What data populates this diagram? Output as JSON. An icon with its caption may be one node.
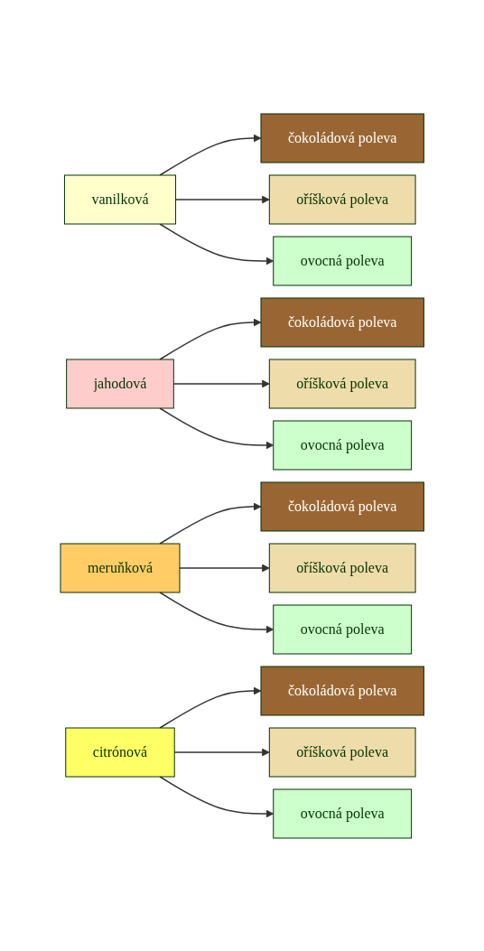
{
  "diagram": {
    "nodes": [
      {
        "text": [
          "vanilková"
        ]
      },
      {
        "text": [
          "čokoládová poleva"
        ]
      },
      {
        "text": [
          "oříšková poleva"
        ]
      },
      {
        "text": [
          "ovocná poleva"
        ]
      },
      {
        "text": [
          "jahodová"
        ]
      },
      {
        "text": [
          "čokoládová poleva"
        ]
      },
      {
        "text": [
          "oříšková poleva"
        ]
      },
      {
        "text": [
          "ovocná poleva"
        ]
      },
      {
        "text": [
          "meruňková"
        ]
      },
      {
        "text": [
          "čokoládová poleva"
        ]
      },
      {
        "text": [
          "oříšková poleva"
        ]
      },
      {
        "text": [
          "ovocná poleva"
        ]
      },
      {
        "text": [
          "citrónová"
        ]
      },
      {
        "text": [
          "čokoládová poleva"
        ]
      },
      {
        "text": [
          "oříšková poleva"
        ]
      },
      {
        "text": [
          "ovocná poleva"
        ]
      }
    ],
    "edges": [
      {
        "from": 0,
        "to": 1,
        "arrow": "to"
      },
      {
        "from": 0,
        "to": 2,
        "arrow": "to"
      },
      {
        "from": 0,
        "to": 3,
        "arrow": "to"
      },
      {
        "from": 4,
        "to": 5,
        "arrow": "to"
      },
      {
        "from": 4,
        "to": 6,
        "arrow": "to"
      },
      {
        "from": 4,
        "to": 7,
        "arrow": "to"
      },
      {
        "from": 8,
        "to": 9,
        "arrow": "to"
      },
      {
        "from": 8,
        "to": 10,
        "arrow": "to"
      },
      {
        "from": 8,
        "to": 11,
        "arrow": "to"
      },
      {
        "from": 12,
        "to": 13,
        "arrow": "to"
      },
      {
        "from": 12,
        "to": 14,
        "arrow": "to"
      },
      {
        "from": 12,
        "to": 15,
        "arrow": "to"
      }
    ]
  }
}
